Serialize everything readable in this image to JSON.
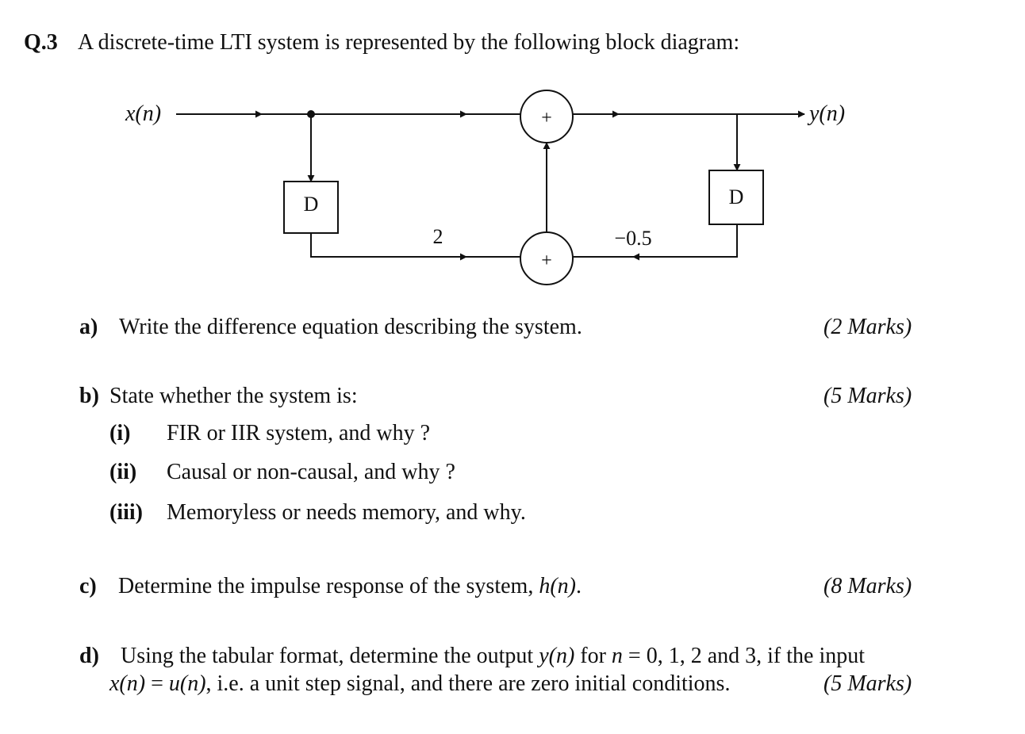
{
  "question": {
    "number": "Q.3",
    "intro": "A discrete-time LTI system is represented by the following block diagram:"
  },
  "diagram": {
    "input_label": "x(n)",
    "output_label": "y(n)",
    "delay_left": "D",
    "delay_right": "D",
    "adder_top_sign": "+",
    "adder_bottom_sign": "+",
    "gain_left": "2",
    "gain_right": "−0.5"
  },
  "part_a": {
    "label": "a)",
    "text": "Write the difference equation describing the system.",
    "marks": "(2 Marks)"
  },
  "part_b": {
    "label": "b)",
    "text": "State whether the system is:",
    "marks": "(5 Marks)",
    "items": [
      {
        "label": "(i)",
        "text": "FIR or IIR system, and why ?"
      },
      {
        "label": "(ii)",
        "text": "Causal or non-causal, and why ?"
      },
      {
        "label": "(iii)",
        "text": "Memoryless or needs memory, and why."
      }
    ]
  },
  "part_c": {
    "label": "c)",
    "text_before": "Determine the impulse response of the system, ",
    "text_math": "h(n)",
    "text_after": ".",
    "marks": "(8 Marks)"
  },
  "part_d": {
    "label": "d)",
    "line1_a": "Using the tabular format, determine the output ",
    "line1_math1": "y(n)",
    "line1_b": " for ",
    "line1_math2": "n",
    "line1_c": " = 0, 1, 2 and 3, if the input",
    "line2_math1": "x(n)",
    "line2_a": " = ",
    "line2_math2": "u(n)",
    "line2_b": ", i.e. a unit step signal, and there are zero initial conditions.",
    "marks": "(5 Marks)"
  }
}
